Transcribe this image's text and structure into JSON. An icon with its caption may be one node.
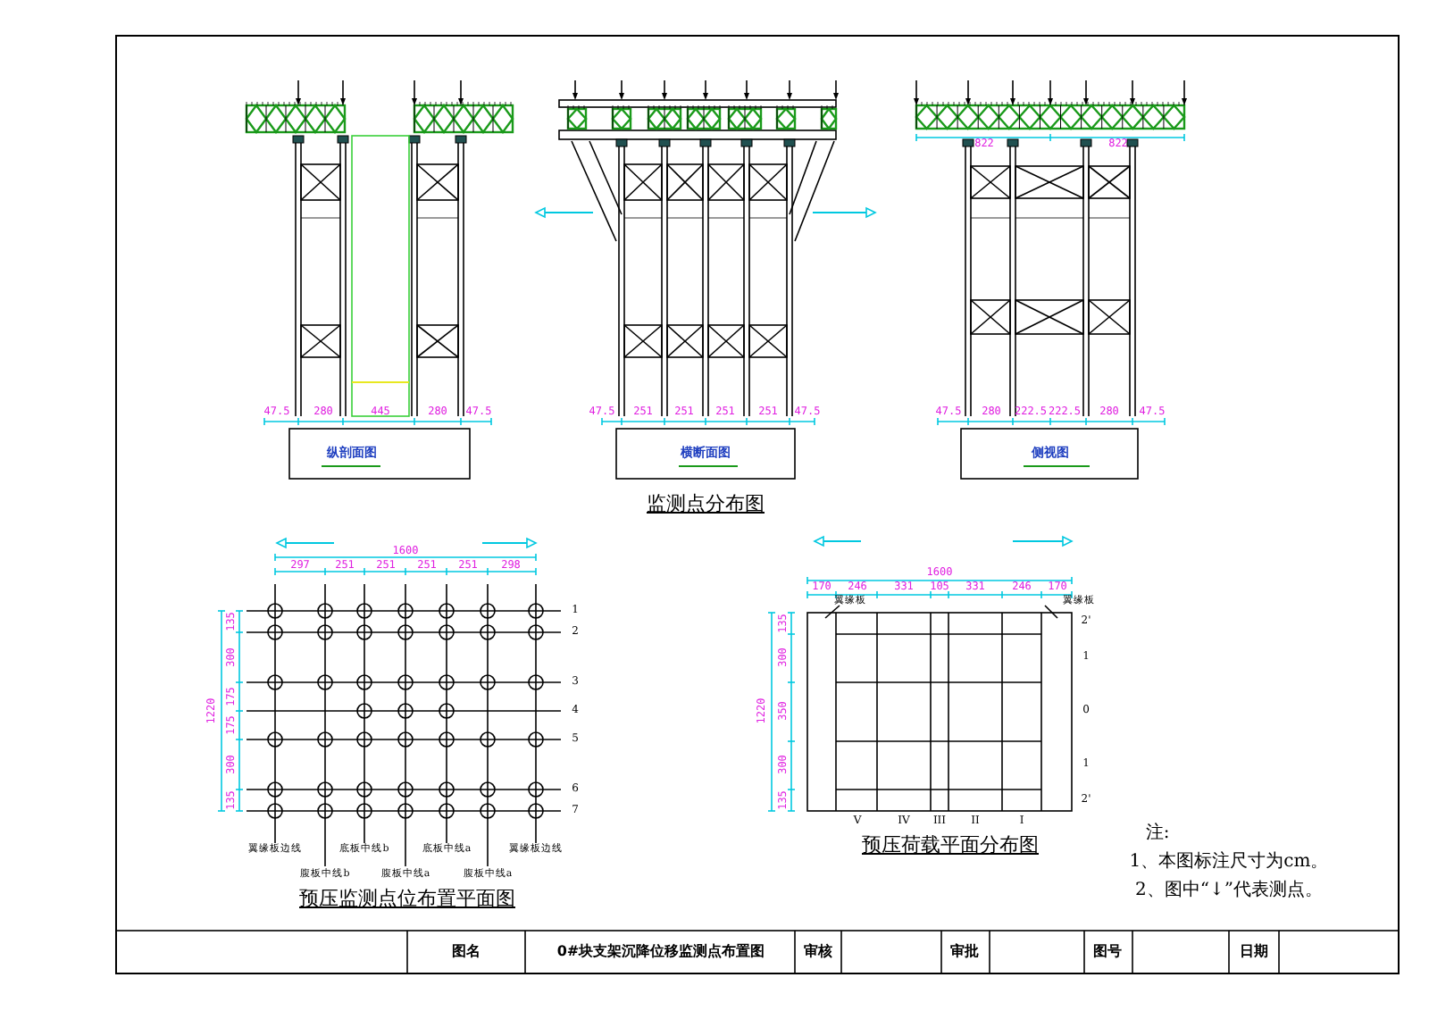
{
  "diagram": {
    "labels": [
      "纵剖面图",
      "横断面图",
      "侧视图",
      "47.5",
      "280",
      "445",
      "280",
      "47.5",
      "47.5",
      "251",
      "251",
      "251",
      "251",
      "47.5",
      "822",
      "822",
      "47.5",
      "280",
      "222.5",
      "222.5",
      "280",
      "47.5",
      "监测点分布图",
      "1600",
      "297",
      "251",
      "251",
      "251",
      "251",
      "298",
      "1220",
      "135",
      "300",
      "175",
      "175",
      "300",
      "135",
      "1",
      "2",
      "3",
      "4",
      "5",
      "6",
      "7",
      "翼缘板边线",
      "腹板中线b",
      "底板中线b",
      "腹板中线a",
      "底板中线a",
      "腹板中线a",
      "翼缘板边线",
      "预压监测点位布置平面图",
      "1600",
      "170",
      "246",
      "331",
      "105",
      "331",
      "246",
      "170",
      "翼缘板",
      "翼缘板",
      "1220",
      "135",
      "300",
      "350",
      "300",
      "135",
      "2'",
      "1",
      "0",
      "1",
      "2'",
      "V",
      "IV",
      "III",
      "II",
      "I",
      "预压荷载平面分布图",
      "注:",
      "1、本图标注尺寸为cm。",
      "2、图中“↓”代表测点。",
      "图名",
      "0#块支架沉降位移监测点布置图",
      "审核",
      "审批",
      "图号",
      "日期"
    ]
  }
}
